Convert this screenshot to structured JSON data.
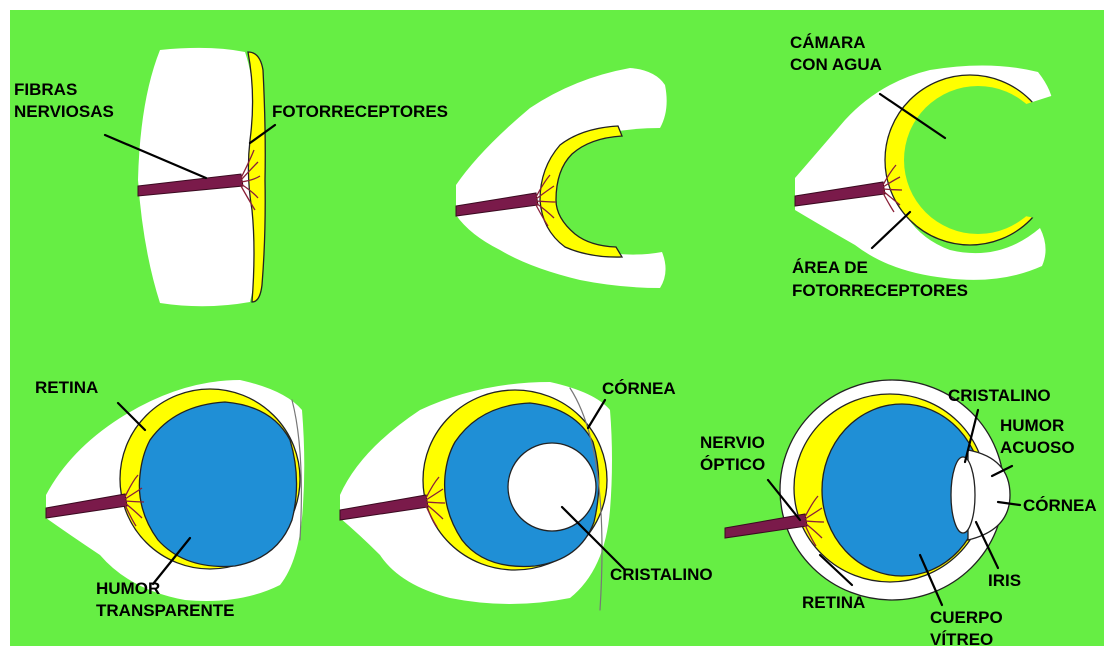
{
  "colors": {
    "background": "#66ee44",
    "tissue": "#ffffff",
    "photoreceptors": "#ffff00",
    "humor": "#1f8fd6",
    "nerve": "#7a1a4a",
    "nerve_fibers": "#8a1f38"
  },
  "labels": {
    "fibras_nerviosas_1": "FIBRAS",
    "fibras_nerviosas_2": "NERVIOSAS",
    "fotorreceptores": "FOTORRECEPTORES",
    "camara_1": "CÁMARA",
    "camara_2": "CON  AGUA",
    "area_1": "ÁREA DE",
    "area_2": "FOTORRECEPTORES",
    "retina_4": "RETINA",
    "humor_1": "HUMOR",
    "humor_2": "TRANSPARENTE",
    "cornea_5": "CÓRNEA",
    "cristalino_5": "CRISTALINO",
    "cristalino_6": "CRISTALINO",
    "humor_acuoso_1": "HUMOR",
    "humor_acuoso_2": "ACUOSO",
    "nervio_1": "NERVIO",
    "nervio_2": "ÓPTICO",
    "cornea_6": "CÓRNEA",
    "iris": "IRIS",
    "retina_6": "RETINA",
    "cuerpo_1": "CUERPO",
    "cuerpo_2": "VÍTREO"
  }
}
